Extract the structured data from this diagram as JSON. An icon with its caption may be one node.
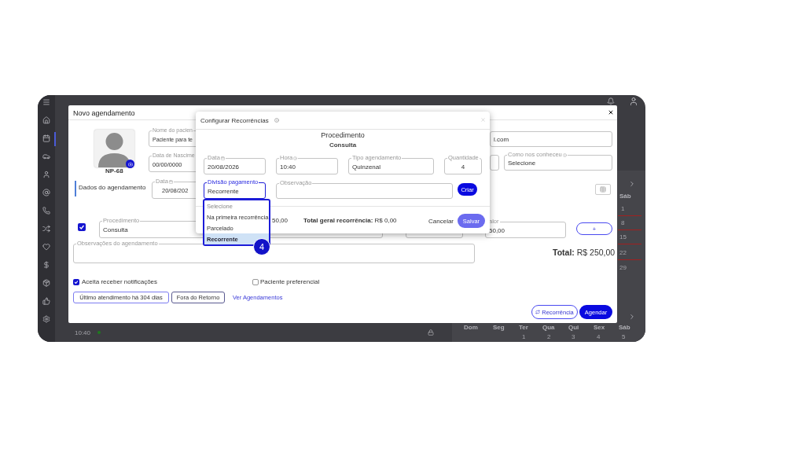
{
  "diagram": {
    "nodes": [
      {
        "text": [
          "Novo agendamento"
        ]
      },
      {
        "text": [
          "Configurar Recorrências"
        ],
        "in": 0
      },
      {
        "text": [
          "Selecione",
          "Na primeira recorrência",
          "Parcelado",
          "Recorrente"
        ],
        "in": 0
      },
      {
        "text": [
          "4"
        ],
        "in": 0
      }
    ],
    "labels": [
      "10:40",
      "Sáb",
      "1",
      "8",
      "15",
      "22",
      "29",
      "Dom",
      "Seg",
      "Ter",
      "Qua",
      "Qui",
      "Sex",
      "Sáb",
      "1",
      "2",
      "3",
      "4",
      "5",
      "NP-68",
      "Dados do agendamento",
      "Nome do pacien",
      "Paciente para te",
      "Data de Nascime",
      "00/00/0000",
      "Data",
      "20/08/202",
      "l.com",
      "Como nos conheceu",
      "Selecione",
      "Procedimento",
      "Consulta",
      "alor",
      "50,00",
      "+",
      "**Total:** R$ 250,00",
      "Observações do agendamento",
      "Aceita receber notificações",
      "Paciente preferencial",
      "Último atendimento há 304 dias",
      "Fora do Retorno",
      "Ver Agendamentos",
      "Recorrência",
      "Agendar",
      "Procedimento",
      "Consulta",
      "Data",
      "20/08/2026",
      "Hora",
      "10:40",
      "Tipo agendamento",
      "Quinzenal",
      "Quantidade",
      "4",
      "Divisão pagamento",
      "Recorrente",
      "Observação",
      "Criar",
      "50,00",
      "**Total geral recorrência:** R$ 0,00",
      "Cancelar",
      "Salvar"
    ]
  }
}
